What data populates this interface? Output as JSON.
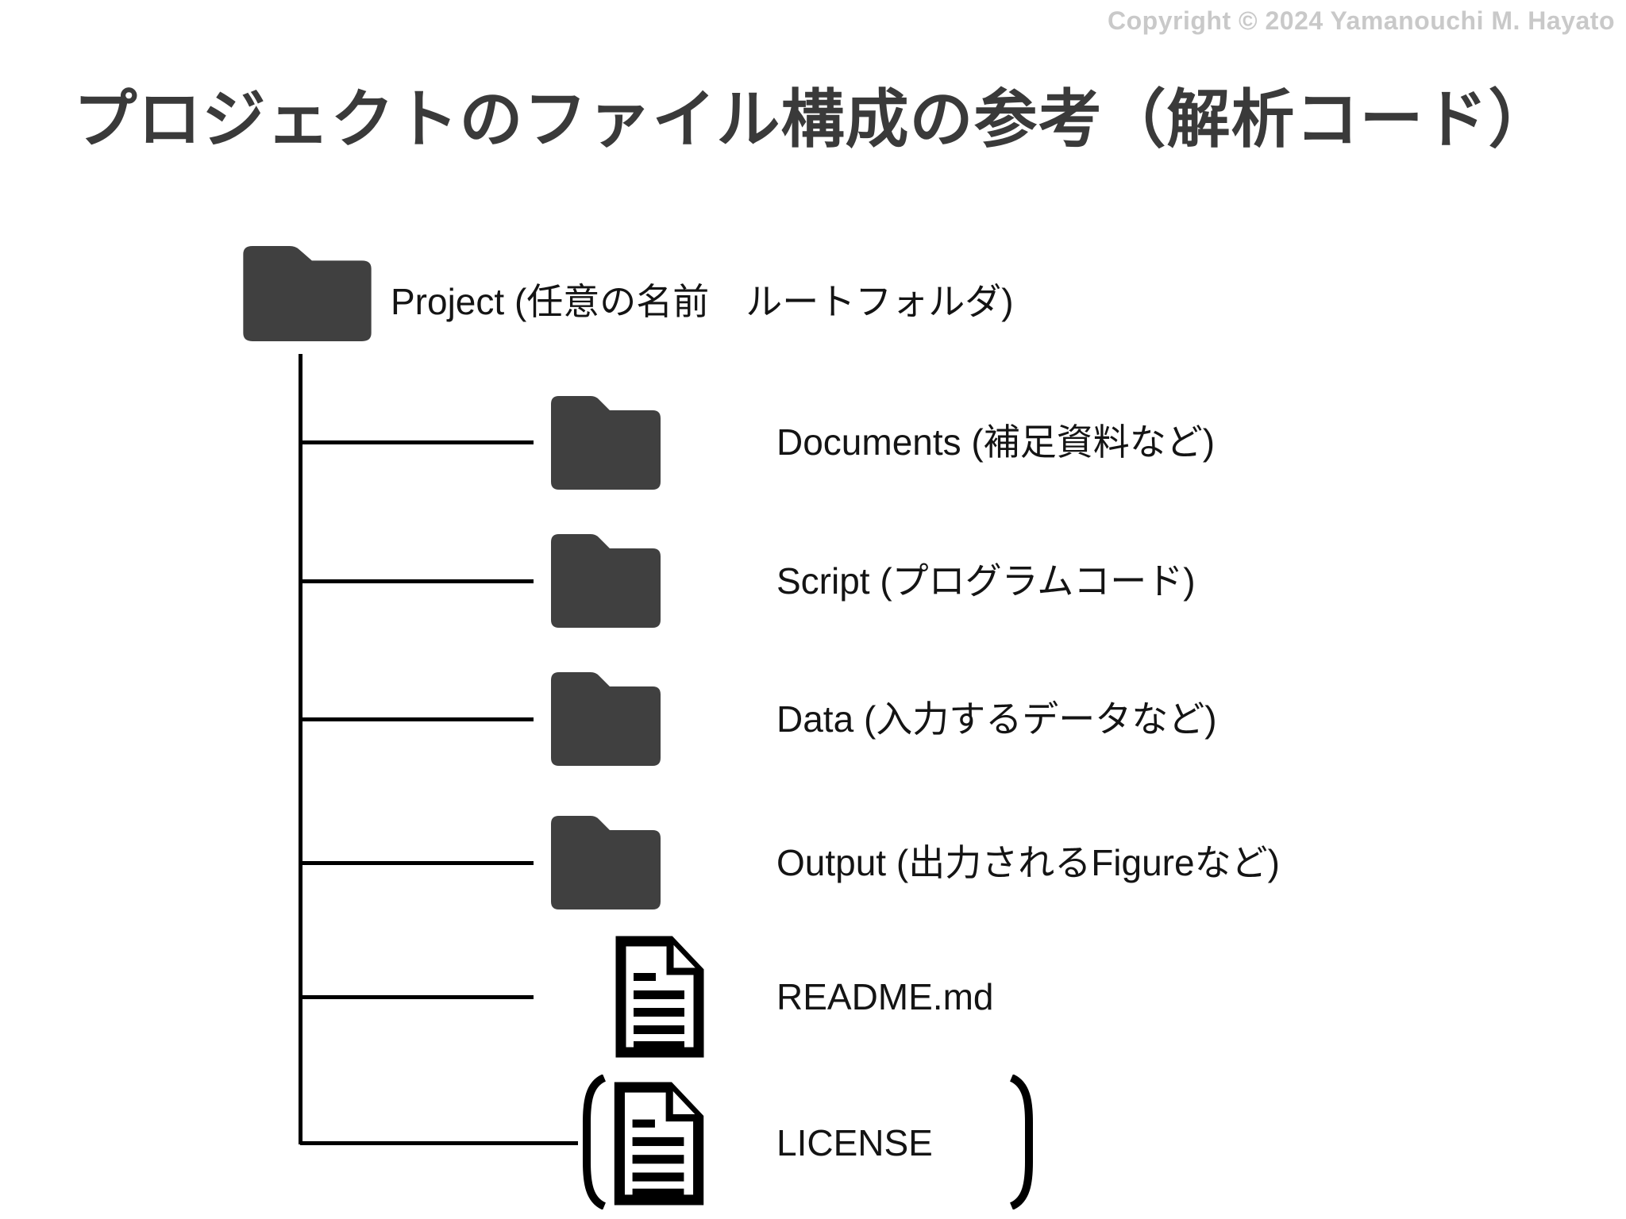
{
  "copyright": "Copyright © 2024 Yamanouchi M. Hayato",
  "title": "プロジェクトのファイル構成の参考（解析コード）",
  "tree": {
    "root": {
      "label": "Project (任意の名前　ルートフォルダ)",
      "icon": "folder-icon"
    },
    "children": [
      {
        "label": "Documents (補足資料など)",
        "icon": "folder-icon"
      },
      {
        "label": "Script (プログラムコード)",
        "icon": "folder-icon"
      },
      {
        "label": "Data (入力するデータなど)",
        "icon": "folder-icon"
      },
      {
        "label": "Output (出力されるFigureなど)",
        "icon": "folder-icon"
      },
      {
        "label": "README.md",
        "icon": "document-icon"
      },
      {
        "label": "LICENSE",
        "icon": "document-icon",
        "bracketed": "true"
      }
    ]
  },
  "colors": {
    "background": "#ffffff",
    "folder": "#404040",
    "title_text": "#3a3a3a",
    "label_text": "#141414",
    "tree_line": "#000000",
    "document_icon": "#000000",
    "copyright_text": "#c9c9c9"
  }
}
